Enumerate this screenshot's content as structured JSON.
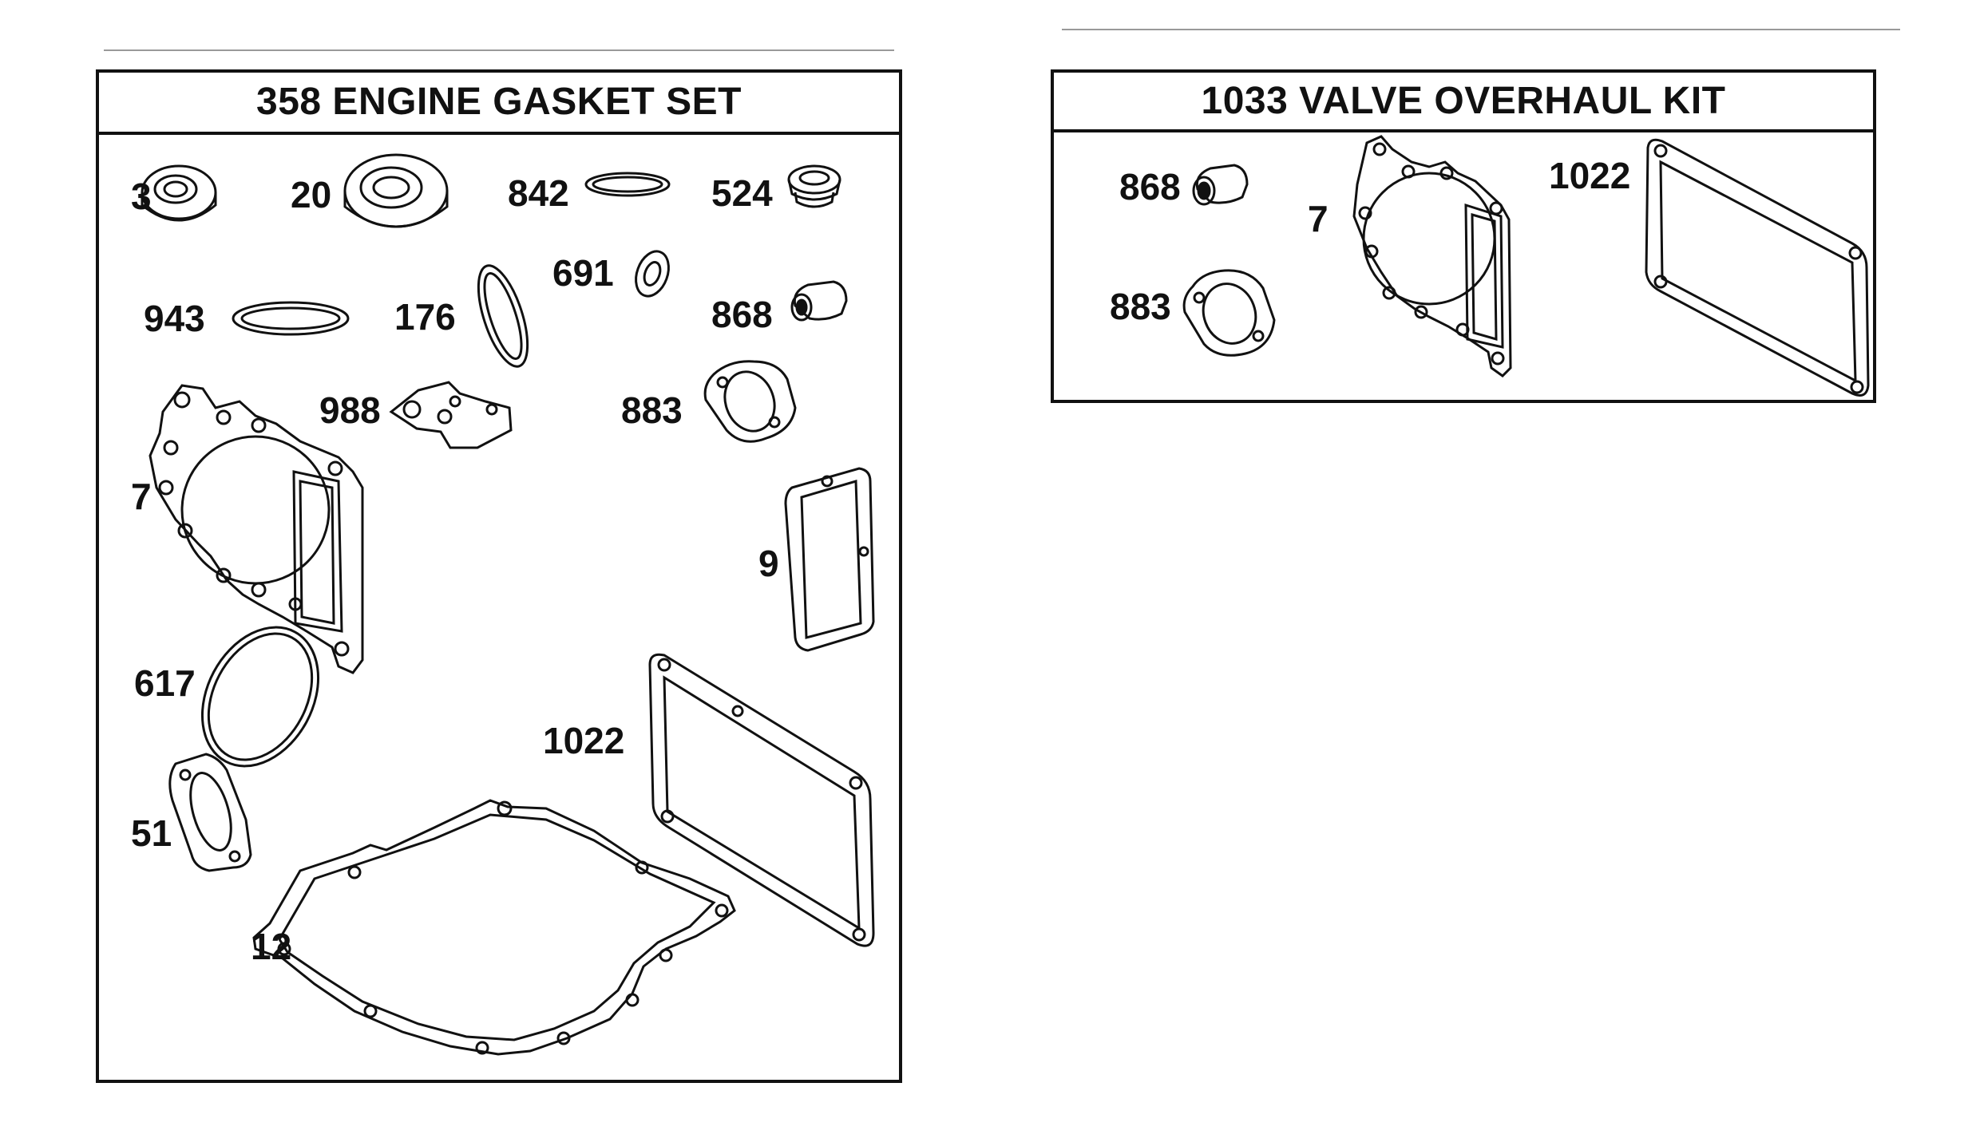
{
  "kits": [
    {
      "title": "358 ENGINE GASKET SET",
      "parts": [
        "3",
        "20",
        "842",
        "524",
        "943",
        "176",
        "691",
        "868",
        "988",
        "883",
        "7",
        "9",
        "617",
        "1022",
        "51",
        "12"
      ]
    },
    {
      "title": "1033 VALVE OVERHAUL KIT",
      "parts": [
        "868",
        "7",
        "1022",
        "883"
      ]
    }
  ]
}
